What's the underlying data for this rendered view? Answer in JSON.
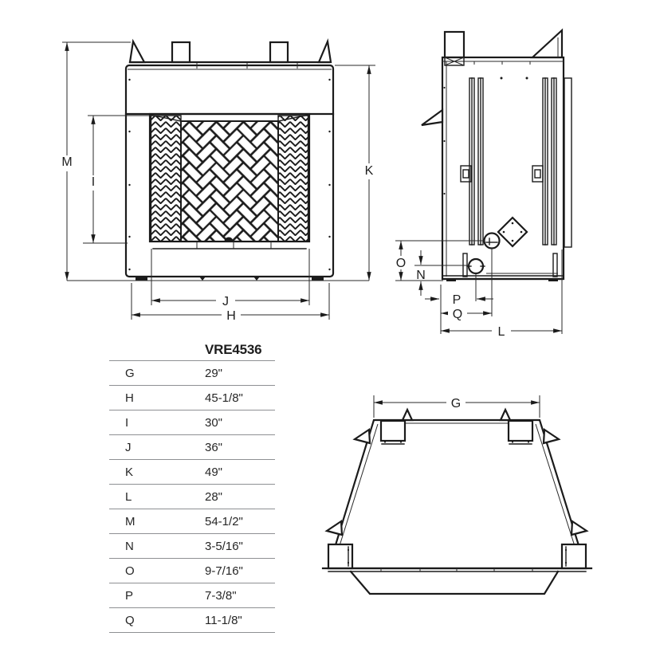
{
  "drawing": {
    "front_view": {
      "dims": {
        "M": "M",
        "I": "I",
        "K": "K",
        "J": "J",
        "H": "H"
      }
    },
    "side_view": {
      "dims": {
        "O": "O",
        "N": "N",
        "P": "P",
        "Q": "Q",
        "L": "L"
      }
    },
    "top_view": {
      "dims": {
        "G": "G"
      }
    }
  },
  "table": {
    "title": "VRE4536",
    "rows": [
      {
        "label": "G",
        "value": "29\""
      },
      {
        "label": "H",
        "value": "45-1/8\""
      },
      {
        "label": "I",
        "value": "30\""
      },
      {
        "label": "J",
        "value": "36\""
      },
      {
        "label": "K",
        "value": "49\""
      },
      {
        "label": "L",
        "value": "28\""
      },
      {
        "label": "M",
        "value": "54-1/2\""
      },
      {
        "label": "N",
        "value": "3-5/16\""
      },
      {
        "label": "O",
        "value": "9-7/16\""
      },
      {
        "label": "P",
        "value": "7-3/8\""
      },
      {
        "label": "Q",
        "value": "11-1/8\""
      }
    ]
  },
  "colors": {
    "line": "#1b1b1b",
    "text": "#1f1f1f",
    "table_rule": "#8e9093",
    "background": "#ffffff"
  }
}
